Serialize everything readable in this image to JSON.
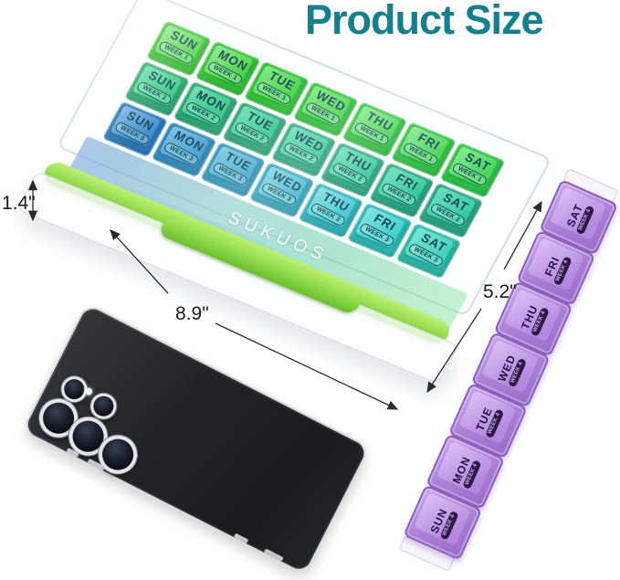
{
  "title": "Product Size",
  "brand": "SUKUOS",
  "dimensions": {
    "height": "1.4\"",
    "width": "8.9\"",
    "depth": "5.2\""
  },
  "organizer": {
    "days": [
      "SUN",
      "MON",
      "TUE",
      "WED",
      "THU",
      "FRI",
      "SAT"
    ],
    "weeks": [
      "WEEK 1",
      "WEEK 2",
      "WEEK 3"
    ]
  },
  "strip": {
    "days_top_to_bottom": [
      "SAT",
      "FRI",
      "THU",
      "WED",
      "TUE",
      "MON",
      "SUN"
    ],
    "week": "WEEK 4"
  },
  "colors": {
    "title_teal": "#15808d",
    "case_green": "#7ccb35",
    "strip_purple": "#a97fd6",
    "phone_black": "#232428"
  }
}
